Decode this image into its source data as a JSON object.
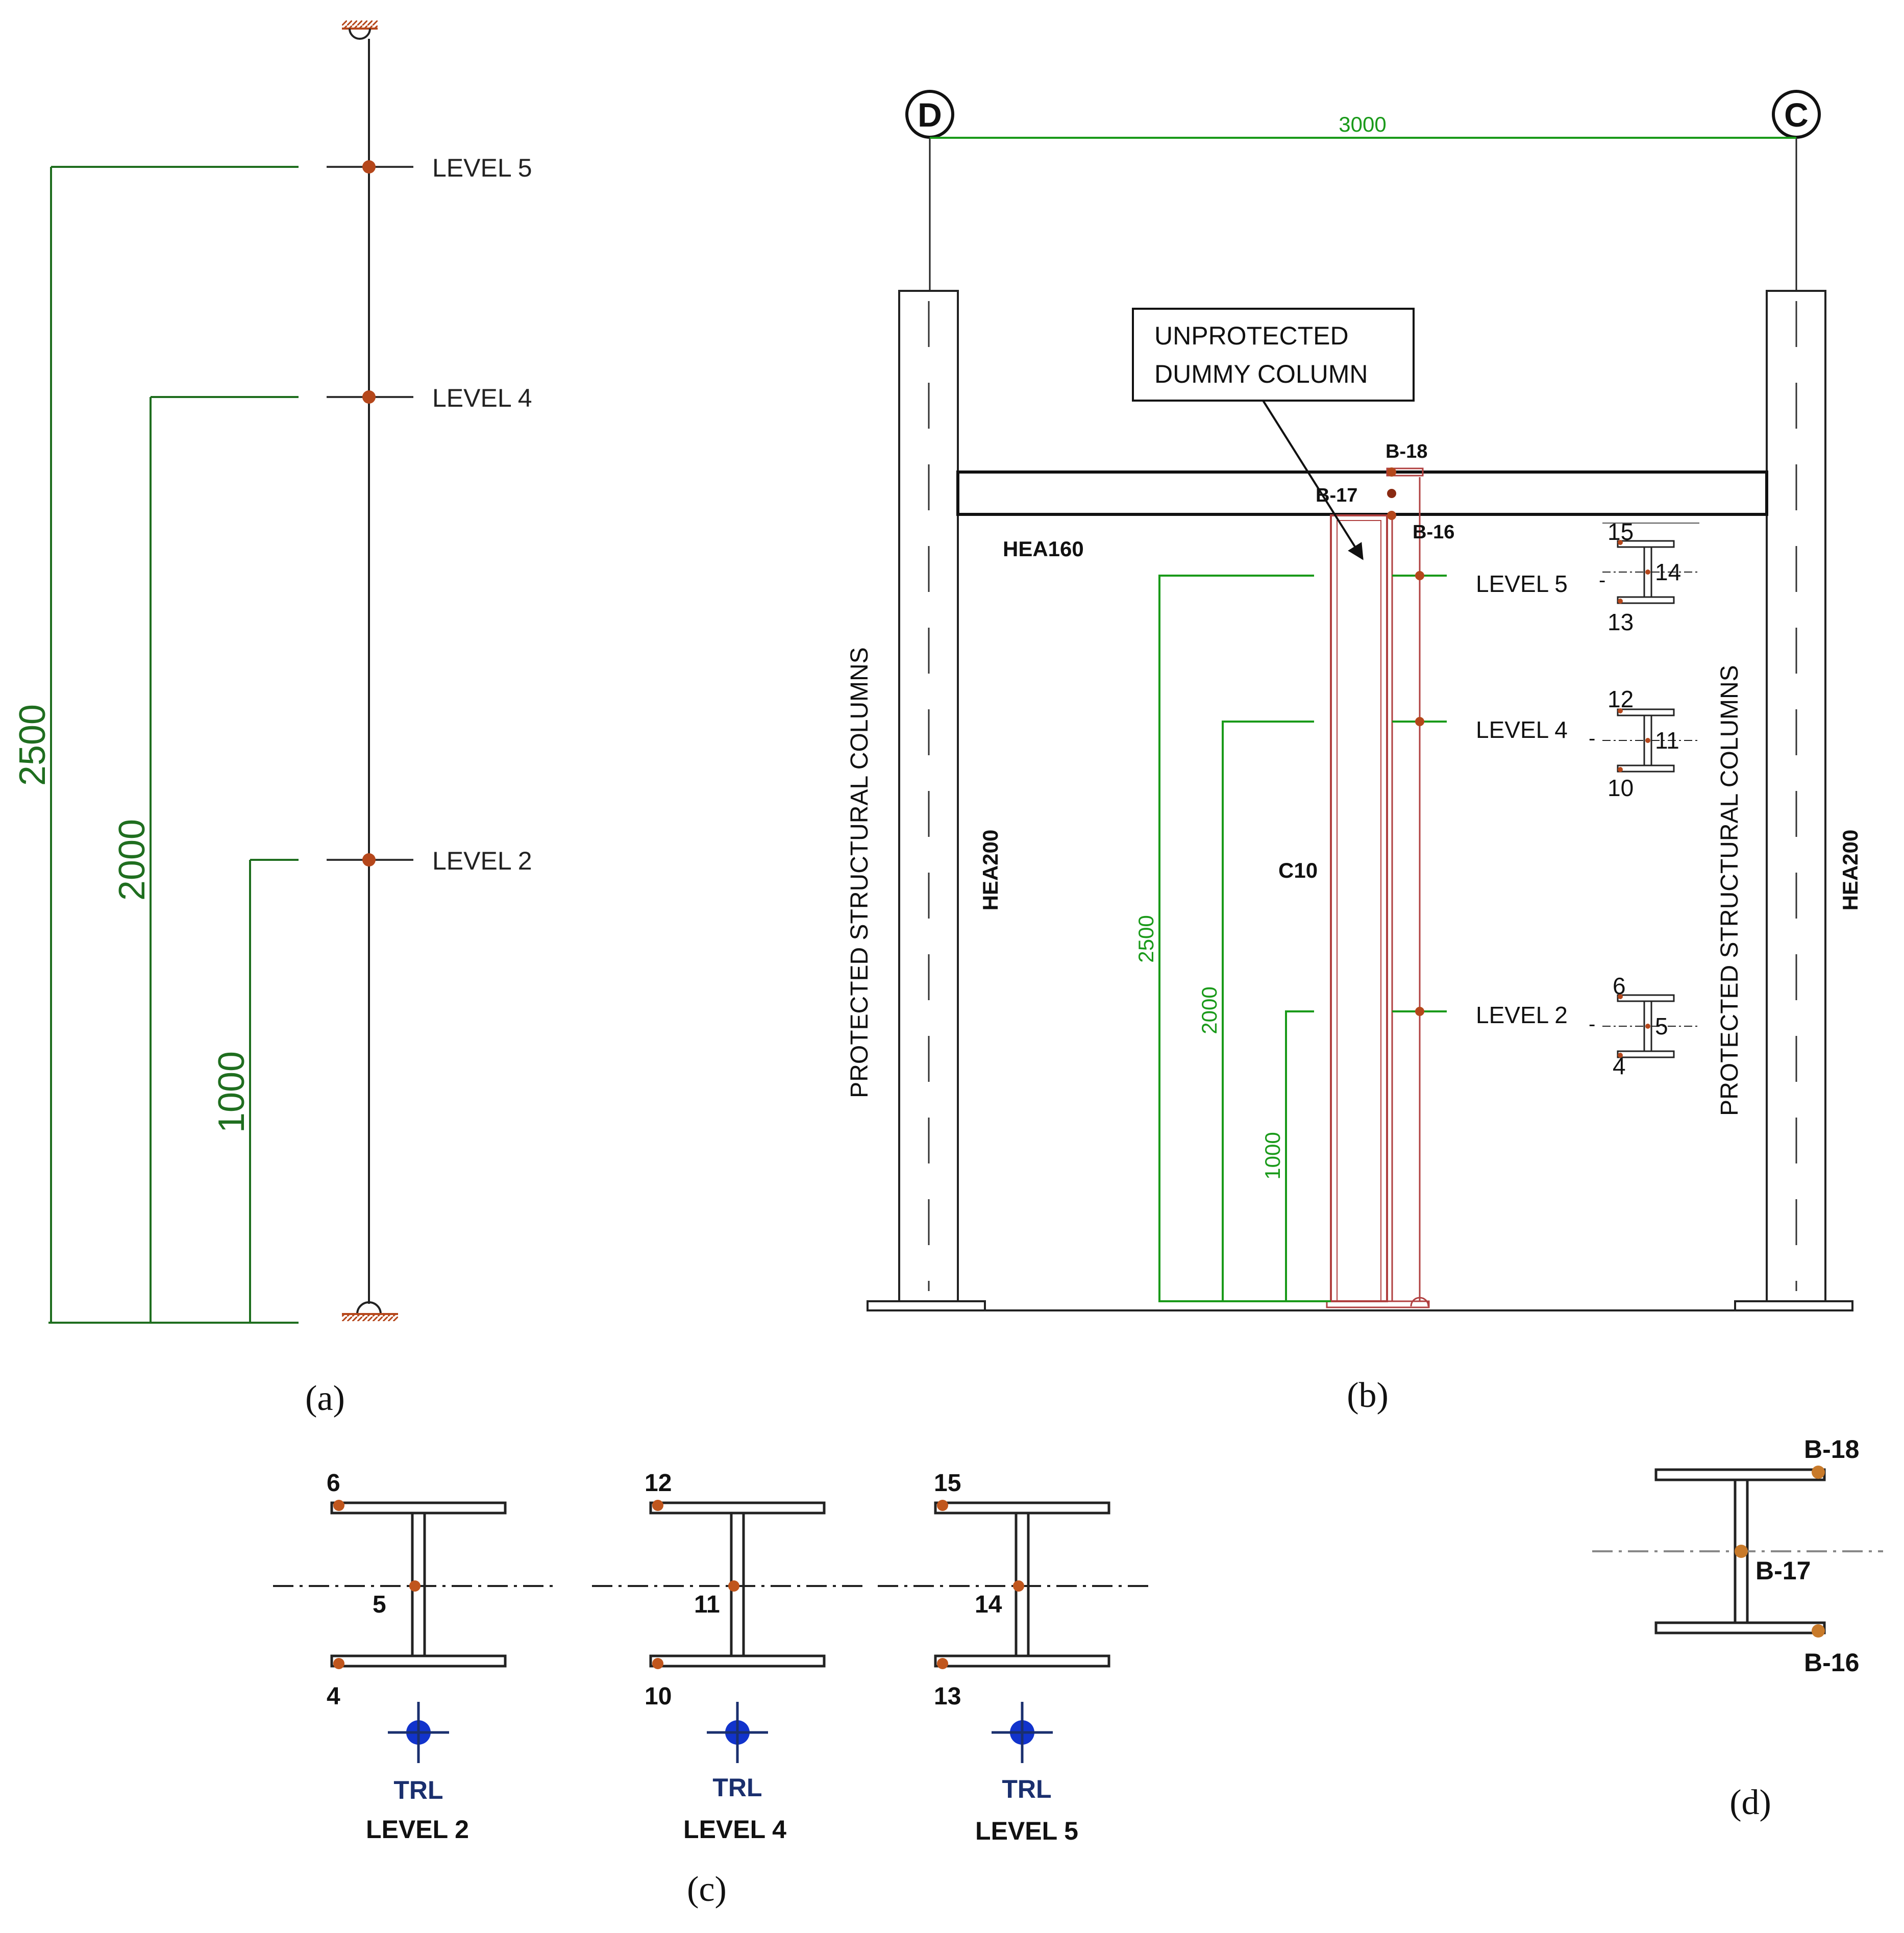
{
  "panel_a": {
    "caption": "(a)",
    "levels": [
      {
        "label": "LEVEL 5",
        "dim": "2500"
      },
      {
        "label": "LEVEL 4",
        "dim": "2000"
      },
      {
        "label": "LEVEL 2",
        "dim": "1000"
      }
    ]
  },
  "panel_b": {
    "caption": "(b)",
    "grid_left": "D",
    "grid_right": "C",
    "span": "3000",
    "callout_line1": "UNPROTECTED",
    "callout_line2": "DUMMY COLUMN",
    "beam_label": "HEA160",
    "column_left_label": "HEA200",
    "column_right_label": "HEA200",
    "dummy_column_label": "C10",
    "protected_left": "PROTECTED STRUCTURAL COLUMNS",
    "protected_right": "PROTECTED STRUCTURAL COLUMNS",
    "beam_points": [
      "B-18",
      "B-17",
      "B-16"
    ],
    "levels": [
      {
        "label": "LEVEL 5",
        "dim": "2500",
        "top": "15",
        "mid": "14",
        "bot": "13"
      },
      {
        "label": "LEVEL 4",
        "dim": "2000",
        "top": "12",
        "mid": "11",
        "bot": "10"
      },
      {
        "label": "LEVEL 2",
        "dim": "1000",
        "top": "6",
        "mid": "5",
        "bot": "4"
      }
    ]
  },
  "panel_c": {
    "caption": "(c)",
    "sections": [
      {
        "top": "6",
        "mid": "5",
        "bot": "4",
        "sensor": "TRL",
        "level": "LEVEL 2"
      },
      {
        "top": "12",
        "mid": "11",
        "bot": "10",
        "sensor": "TRL",
        "level": "LEVEL 4"
      },
      {
        "top": "15",
        "mid": "14",
        "bot": "13",
        "sensor": "TRL",
        "level": "LEVEL 5"
      }
    ]
  },
  "panel_d": {
    "caption": "(d)",
    "top": "B-18",
    "mid": "B-17",
    "bot": "B-16"
  },
  "colors": {
    "line": "#222222",
    "dimension": "#1f6e1f",
    "dimension_bright": "#1a9a1a",
    "node": "#b5471b",
    "dummy": "#b04040",
    "sensor": "#1133cc",
    "sensor_label": "#1a2f6e"
  }
}
